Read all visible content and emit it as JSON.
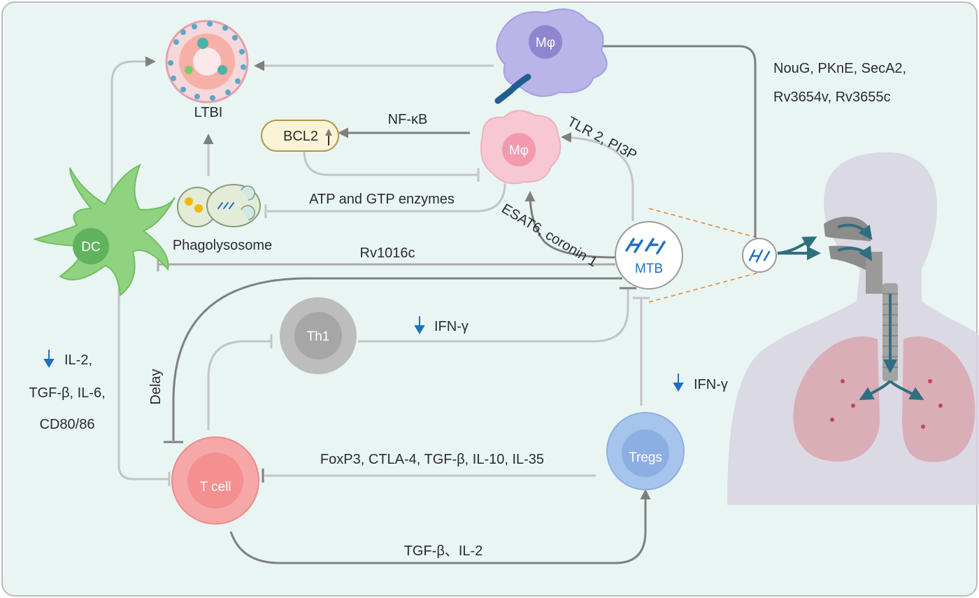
{
  "nodes": {
    "ltbi": "LTBI",
    "macrophage_top": "Mφ",
    "macrophage_mid": "Mφ",
    "bcl2": "BCL2",
    "phagolysosome": "Phagolysosome",
    "dc": "DC",
    "mtb": "MTB",
    "th1": "Th1",
    "tcell": "T cell",
    "tregs": "Tregs"
  },
  "edges": {
    "nfkb": "NF-κB",
    "tlr2": "TLR 2, PI3P",
    "atp_gtp": "ATP and GTP enzymes",
    "esat6": "ESAT6, coronin 1",
    "rv1016c": "Rv1016c",
    "ifn_th1": "IFN-γ",
    "ifn_treg": "IFN-γ",
    "delay": "Delay",
    "foxp3": "FoxP3, CTLA-4, TGF-β, IL-10, IL-35",
    "tgf_il2": "TGF-β、IL-2",
    "noug_line1": "NouG, PKnE, SecA2,",
    "noug_line2": "Rv3654v, Rv3655c",
    "dc_line1": "IL-2,",
    "dc_line2": "TGF-β, IL-6,",
    "dc_line3": "CD80/86"
  },
  "colors": {
    "background": "#e9f5f3",
    "arrow": "#7f7f7f",
    "light_line": "#c4c4c4",
    "down_arrow": "#1f6fbf",
    "dc": "#8fd27f",
    "tcell": "#f6a8a8",
    "tregs": "#a7c4ec",
    "th1": "#bdbdbd",
    "macrophage_top": "#b9b5e8",
    "macrophage_mid": "#f7c8d4",
    "mtb_text": "#1f6fbf"
  }
}
